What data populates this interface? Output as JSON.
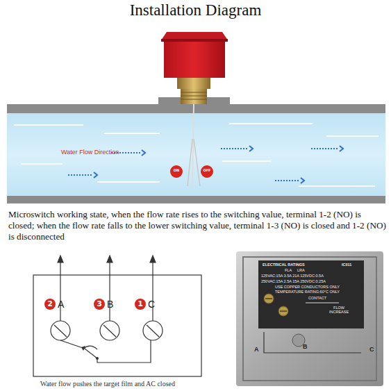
{
  "diagram": {
    "title": "Installation Diagram",
    "caption": "Water flow pushes the target film and AC closed",
    "nodes": [
      {
        "text": [
          "2",
          "A"
        ]
      },
      {
        "text": [
          "3",
          "B"
        ]
      },
      {
        "text": [
          "1",
          "C"
        ]
      }
    ],
    "edges": [
      {
        "from": 2,
        "to": 0,
        "arrow": "none"
      }
    ],
    "labels": [
      "Water Flow Direction",
      "ON",
      "OFF",
      "Microswitch working state, when the flow rate rises to the switching value, terminal 1-2 (NO) is closed; when the flow rate falls to the lower switching value, terminal 1-3 (NO) is closed and 1-2 (NO) is disconnected",
      "ELECTRICAL RATINGS",
      "IC011",
      "FLA",
      "LRA",
      "125VAC:15A 3.5A 21A 125VDC:0.5A",
      "250VAC:15A 2.5A 15A 250VDC:0.25A",
      "USE COPPER CONDUCTORS ONLY",
      "TEMPERATURE RATING:60°C ONLY",
      "CONTACT",
      "FLOW INCREASE",
      "A",
      "B",
      "C"
    ]
  }
}
